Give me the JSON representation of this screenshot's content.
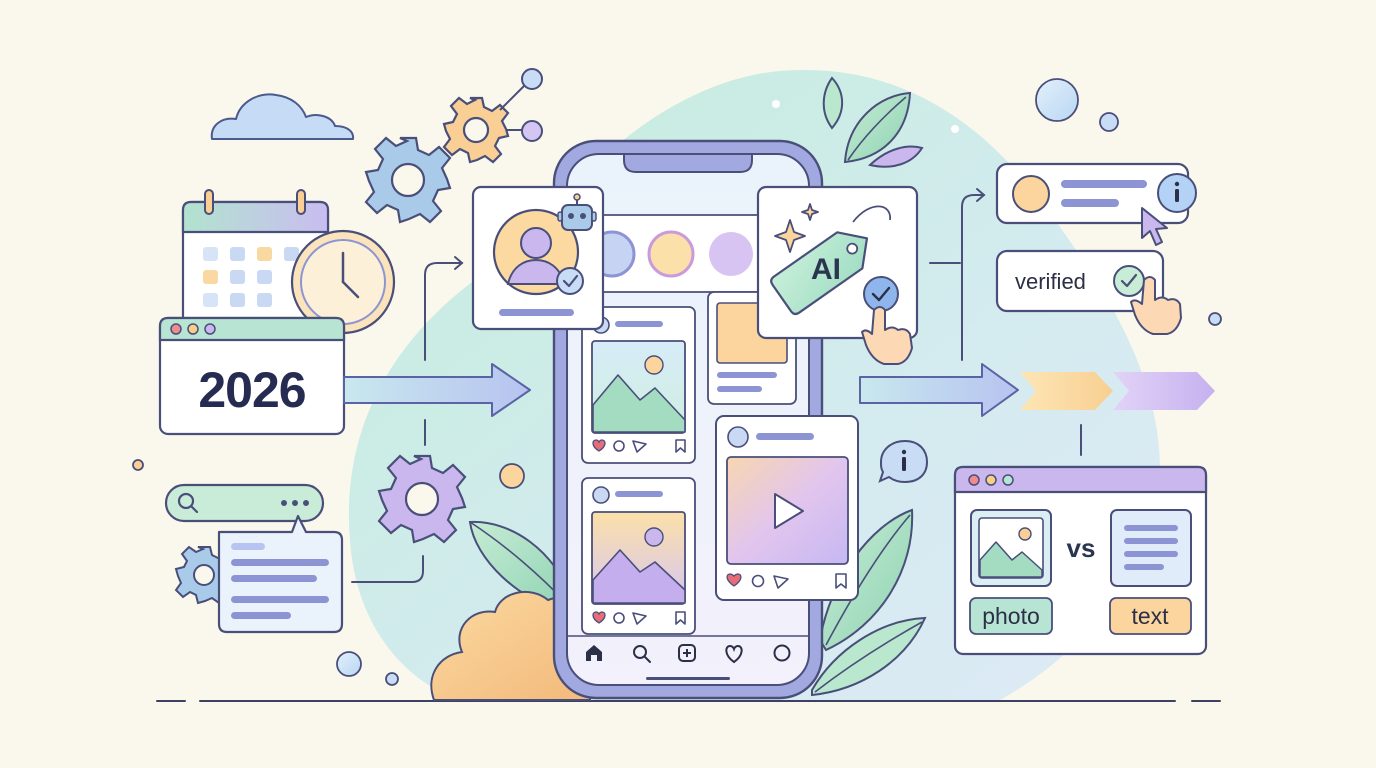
{
  "calendar_card": {
    "year": "2026"
  },
  "ai_tag": {
    "label": "AI"
  },
  "verified_card": {
    "label": "verified"
  },
  "comparison_window": {
    "vs_label": "vs",
    "photo_label": "photo",
    "text_label": "text"
  },
  "colors": {
    "background": "#faf7ec",
    "outline": "#4a4f7a",
    "phone_frame": "#8c94d4",
    "mint": "#a8e2cc",
    "lavender": "#c9b7ee",
    "peach": "#f9cf95",
    "sky": "#b4d2f5",
    "heart_red": "#e86b78"
  },
  "icons": {
    "phone_nav": [
      "home-icon",
      "search-icon",
      "add-post-icon",
      "heart-icon",
      "profile-icon"
    ],
    "decor": [
      "cloud-icon",
      "gear-icon",
      "calendar-icon",
      "clock-icon",
      "robot-icon",
      "sparkle-icon",
      "leaf-icon",
      "info-icon",
      "cursor-icon",
      "hand-pointer-icon",
      "checkmark-icon",
      "play-icon"
    ]
  }
}
